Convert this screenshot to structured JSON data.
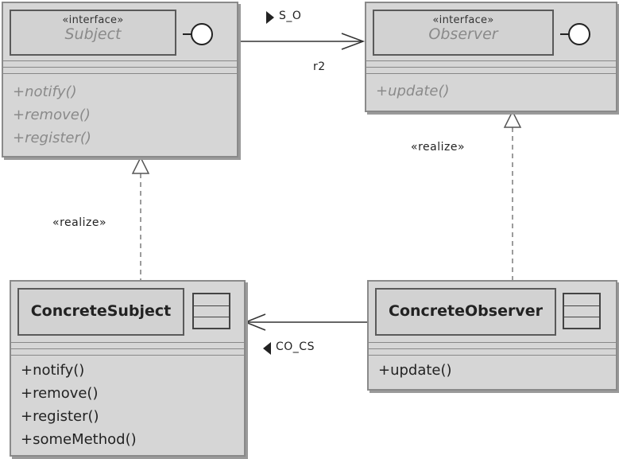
{
  "subject": {
    "stereotype": "«interface»",
    "name": "Subject",
    "methods": [
      "+notify()",
      "+remove()",
      "+register()"
    ]
  },
  "observer": {
    "stereotype": "«interface»",
    "name": "Observer",
    "methods": [
      "+update()"
    ]
  },
  "concrete_subject": {
    "name": "ConcreteSubject",
    "methods": [
      "+notify()",
      "+remove()",
      "+register()",
      "+someMethod()"
    ]
  },
  "concrete_observer": {
    "name": "ConcreteObserver",
    "methods": [
      "+update()"
    ]
  },
  "associations": {
    "s_o_label": "S_O",
    "s_o_role": "r2",
    "co_cs_label": "CO_CS"
  },
  "realize_label": "«realize»",
  "colors": {
    "class_fill": "#d6d6d6",
    "border": "#8a8a8a",
    "italic_text": "#8a8a8a"
  },
  "icons": {
    "interface": "lollipop-interface-icon",
    "class": "class-attributes-icon"
  }
}
